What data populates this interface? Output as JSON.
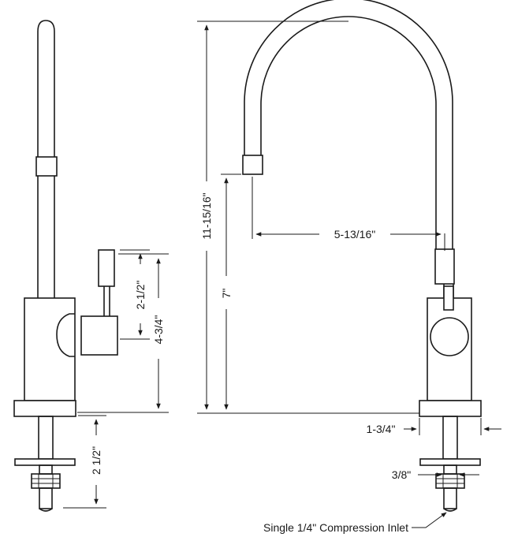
{
  "dimensions": {
    "handle_height": "2-1/2\"",
    "body_height": "4-3/4\"",
    "shank_length": "2 1/2\"",
    "overall_height": "11-15/16\"",
    "spout_height": "7\"",
    "spout_reach": "5-13/16\"",
    "base_diameter": "1-3/4\"",
    "shank_diameter": "3/8\""
  },
  "callouts": {
    "inlet": "Single 1/4\" Compression Inlet"
  },
  "colors": {
    "line": "#1a1a1a",
    "background": "#ffffff"
  }
}
